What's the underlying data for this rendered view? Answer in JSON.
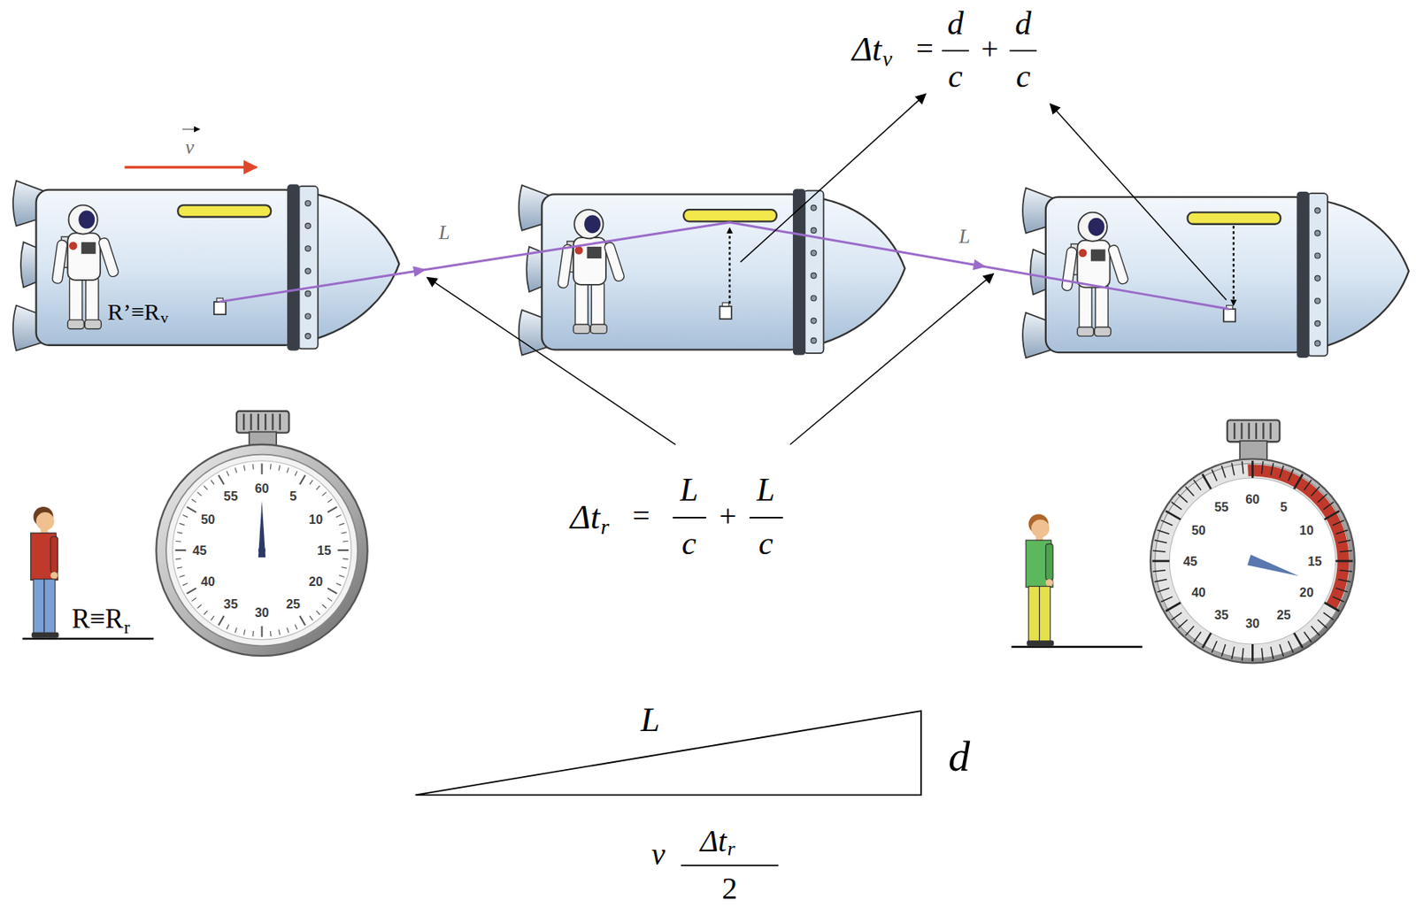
{
  "diagram": {
    "labels": [
      "v",
      "L",
      "L",
      "R’≡R",
      "v",
      "Δt",
      "v",
      "=",
      "d",
      "c",
      "+",
      "d",
      "c",
      "Δt",
      "r",
      "=",
      "L",
      "c",
      "+",
      "L",
      "c",
      "R≡R",
      "r",
      "60",
      "5",
      "10",
      "15",
      "20",
      "25",
      "30",
      "35",
      "40",
      "45",
      "50",
      "55",
      "60",
      "5",
      "10",
      "15",
      "20",
      "25",
      "30",
      "35",
      "40",
      "45",
      "50",
      "55",
      "L",
      "d",
      "v",
      "Δt",
      "r",
      "2"
    ]
  }
}
